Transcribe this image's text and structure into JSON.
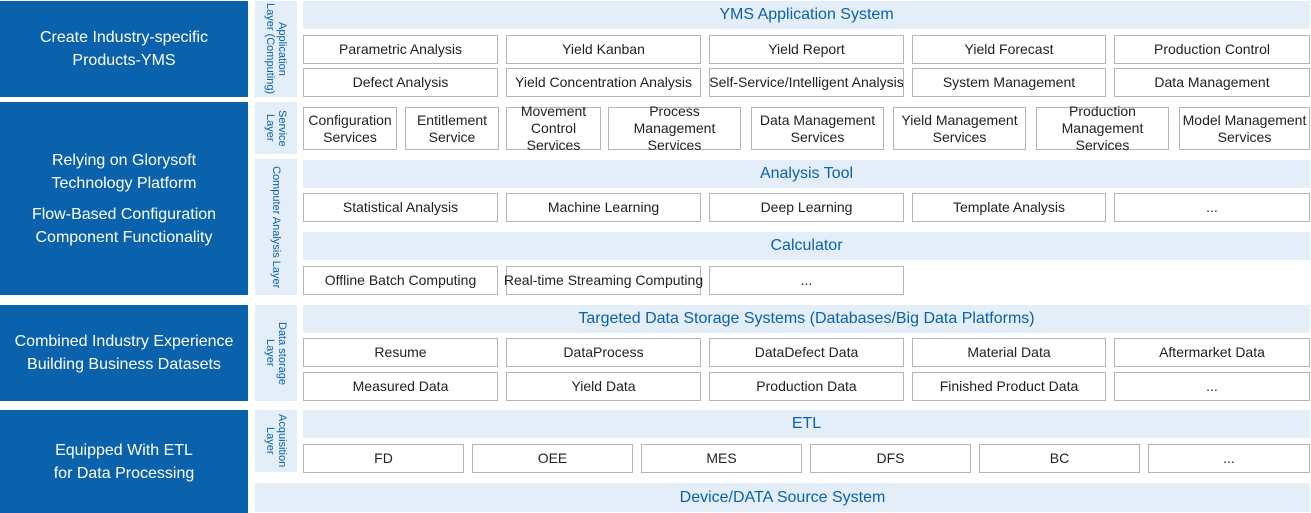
{
  "left_panels": [
    {
      "lines": [
        "Create Industry-specific",
        "Products-YMS"
      ]
    },
    {
      "lines": [
        "Relying on Glorysoft",
        "Technology Platform",
        "",
        "Flow-Based Configuration",
        "Component Functionality"
      ]
    },
    {
      "lines": [
        "Combined Industry Experience",
        "Building Business Datasets"
      ]
    },
    {
      "lines": [
        "Equipped With ETL",
        "for Data Processing"
      ]
    }
  ],
  "layer_labels": {
    "application": "Application\nLayer (Computing)",
    "service": "Service\nLayer",
    "computer_analysis": "Computer Analysis Layer",
    "data_storage": "Data storage\nLayer",
    "acquisition": "Acquisition\nLayer"
  },
  "application": {
    "title": "YMS Application System",
    "row1": [
      "Parametric Analysis",
      "Yield Kanban",
      "Yield Report",
      "Yield Forecast",
      "Production Control"
    ],
    "row2": [
      "Defect Analysis",
      "Yield Concentration Analysis",
      "Self-Service/Intelligent Analysis",
      "System Management",
      "Data Management"
    ]
  },
  "service": {
    "items": [
      [
        "Configuration",
        "Services"
      ],
      [
        "Entitlement",
        "Service"
      ],
      [
        "Movement",
        "Control Services"
      ],
      [
        "Process Management",
        "Services"
      ],
      [
        "Data Management",
        "Services"
      ],
      [
        "Yield Management",
        "Services"
      ],
      [
        "Production",
        "Management Services"
      ],
      [
        "Model Management",
        "Services"
      ]
    ]
  },
  "analysis": {
    "title": "Analysis Tool",
    "items": [
      "Statistical Analysis",
      "Machine Learning",
      "Deep Learning",
      "Template Analysis",
      "..."
    ],
    "calculator_title": "Calculator",
    "calculator_items": [
      "Offline Batch Computing",
      "Real-time Streaming Computing",
      "..."
    ]
  },
  "storage": {
    "title": "Targeted Data Storage Systems (Databases/Big Data Platforms)",
    "row1": [
      "Resume",
      "DataProcess",
      "DataDefect Data",
      "Material Data",
      "Aftermarket Data"
    ],
    "row2": [
      "Measured Data",
      "Yield Data",
      "Production Data",
      "Finished Product Data",
      "..."
    ]
  },
  "acquisition": {
    "title": "ETL",
    "items": [
      "FD",
      "OEE",
      "MES",
      "DFS",
      "BC",
      "..."
    ]
  },
  "footer": {
    "title": "Device/DATA Source System"
  },
  "colors": {
    "primary_blue": "#0a62ad",
    "light_band": "#e3eef8",
    "box_border": "#b5b5b5"
  }
}
